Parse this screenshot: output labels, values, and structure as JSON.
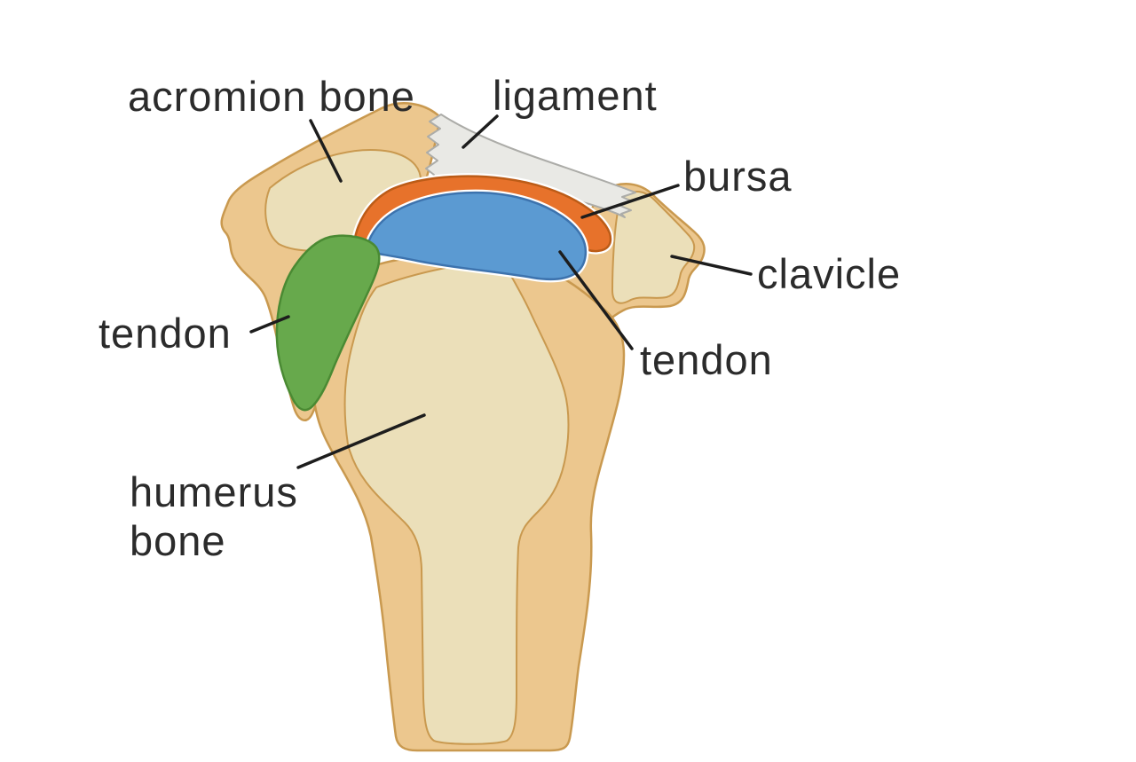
{
  "labels": {
    "acromion": "acromion bone",
    "ligament": "ligament",
    "bursa": "bursa",
    "clavicle": "clavicle",
    "tendon_left": "tendon",
    "tendon_right": "tendon",
    "humerus": "humerus bone"
  },
  "colors": {
    "background": "#FFFFFF",
    "bone_outer": "#ECC78E",
    "bone_inner": "#EBDFB9",
    "bone_outline": "#C9994F",
    "ligament_fill": "#E9E9E5",
    "ligament_outline": "#ACACA8",
    "bursa_fill": "#E7722B",
    "bursa_outline": "#BC5C17",
    "tendon_blue_fill": "#5B9AD2",
    "tendon_blue_outline": "#3D73AE",
    "tendon_green_fill": "#67A94C",
    "tendon_green_outline": "#4A8A33",
    "halo": "#FFFFFF",
    "leader_line": "#1D1D1D",
    "label_text": "#2B2B2B"
  }
}
